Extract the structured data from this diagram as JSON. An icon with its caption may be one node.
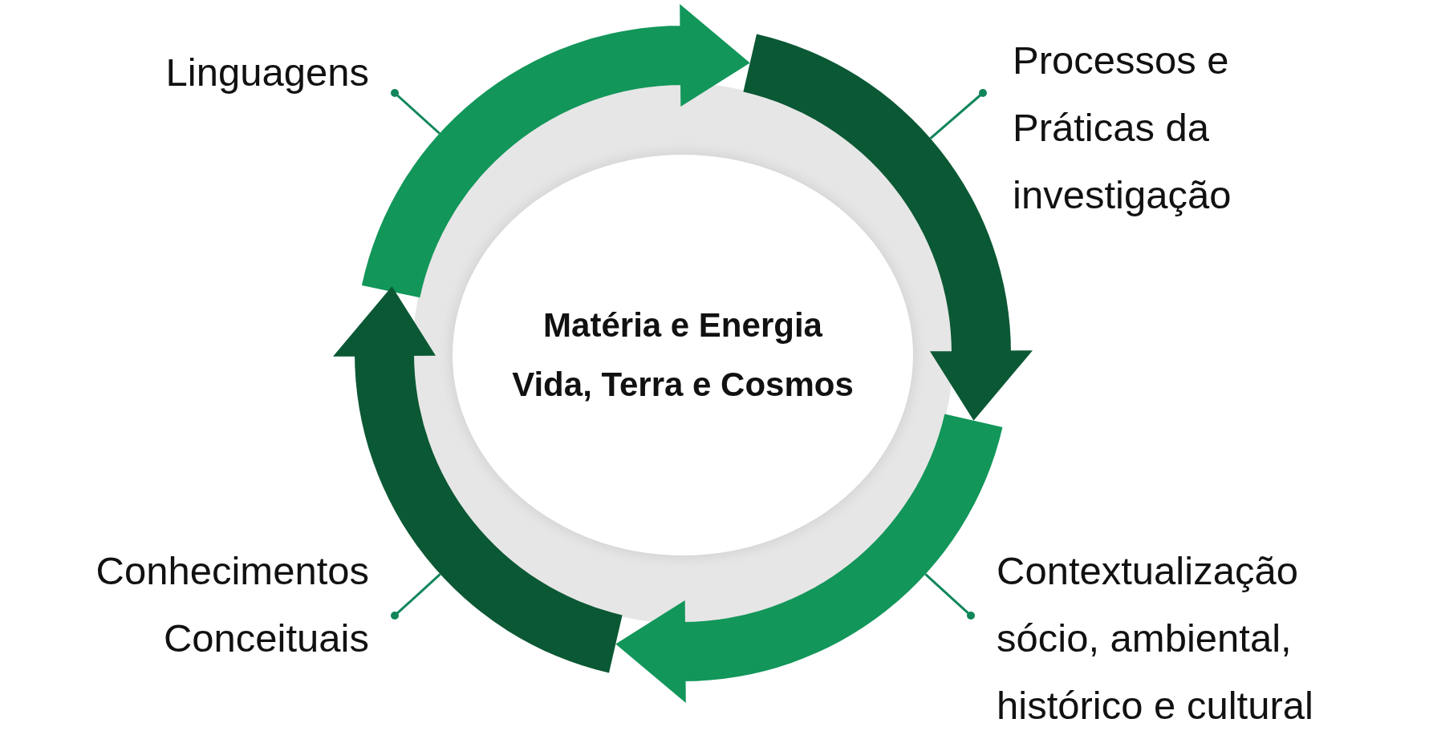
{
  "diagram": {
    "nodes": [
      {
        "text": [
          "Linguagens"
        ]
      },
      {
        "text": [
          "Processos e Práticas da investigação"
        ]
      },
      {
        "text": [
          "Matéria e Energia",
          "Vida, Terra e Cosmos"
        ]
      },
      {
        "text": [
          "Conhecimentos Conceituais"
        ]
      },
      {
        "text": [
          "Contextualização sócio, ambiental, histórico e cultural"
        ]
      },
      {
        "text": [],
        "shape": "arrow"
      },
      {
        "text": [],
        "shape": "arrow"
      },
      {
        "text": [],
        "shape": "arrow"
      },
      {
        "text": [],
        "shape": "arrow"
      }
    ],
    "edges": [
      {
        "from": 0,
        "to": 5,
        "arrow": "other"
      },
      {
        "from": 1,
        "to": 6,
        "arrow": "other"
      },
      {
        "from": 4,
        "to": 7,
        "arrow": "other"
      },
      {
        "from": 3,
        "to": 8,
        "arrow": "other"
      }
    ]
  }
}
